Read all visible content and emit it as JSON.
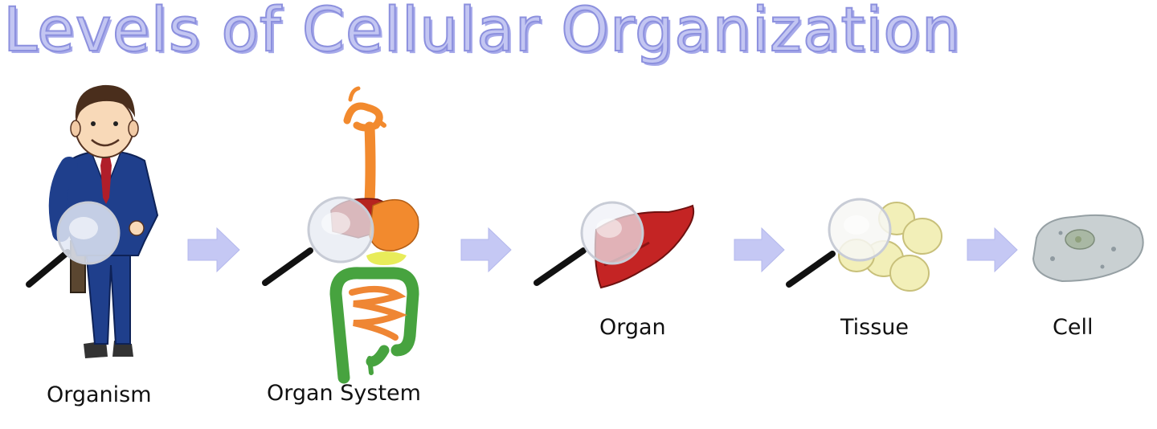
{
  "title": "Levels of Cellular Organization",
  "stages": [
    {
      "label": "Organism",
      "icon": "person-icon"
    },
    {
      "label": "Organ System",
      "icon": "digestive-system-icon"
    },
    {
      "label": "Organ",
      "icon": "liver-icon"
    },
    {
      "label": "Tissue",
      "icon": "tissue-cells-icon"
    },
    {
      "label": "Cell",
      "icon": "cell-icon"
    }
  ],
  "colors": {
    "title_fill": "#c3c6f2",
    "title_outline": "#8c90de",
    "arrow": "#c5c8f4",
    "suit": "#1f3f8c",
    "organ_red": "#c42424",
    "tissue": "#f2efb8",
    "cell": "#c9d0d2"
  }
}
